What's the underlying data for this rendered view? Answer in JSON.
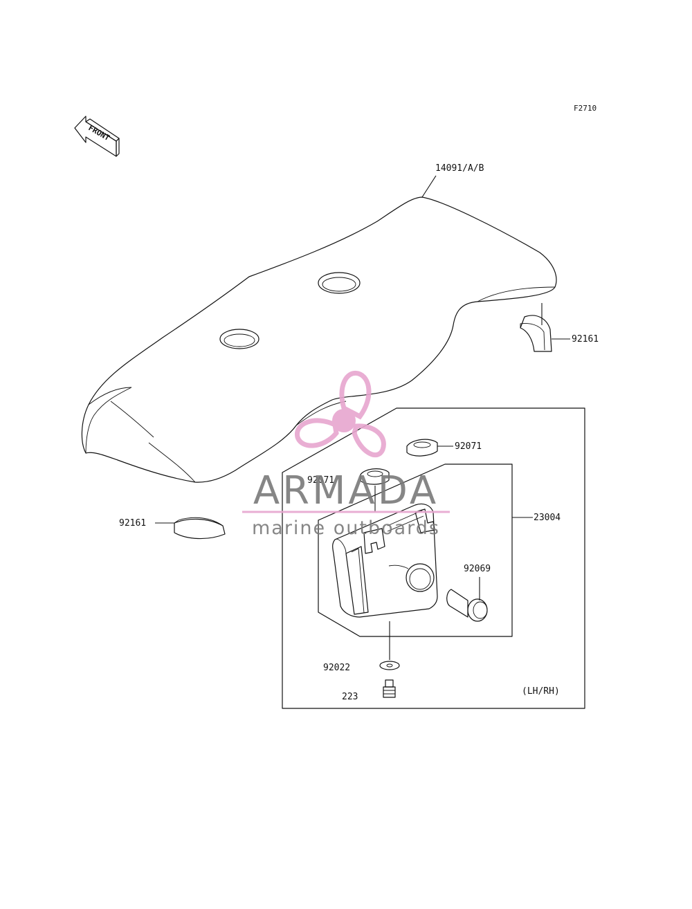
{
  "figure_code": "F2710",
  "front_badge": "FRONT",
  "colors": {
    "line": "#111111",
    "watermark_text": "#7a7a7a",
    "watermark_logo": "#e7a6cf"
  },
  "callouts": {
    "seat": "14091/A/B",
    "pad_right": "92161",
    "pad_left": "92161",
    "grommet_top": "92071",
    "grommet_left": "92071",
    "assembly": "23004",
    "bolt": "92069",
    "washer": "92022",
    "screw": "223"
  },
  "variant_note": "(LH/RH)",
  "watermark": {
    "brand": "ARMADA",
    "tagline": "marine outboards",
    "icon": "propeller-logo-icon"
  }
}
